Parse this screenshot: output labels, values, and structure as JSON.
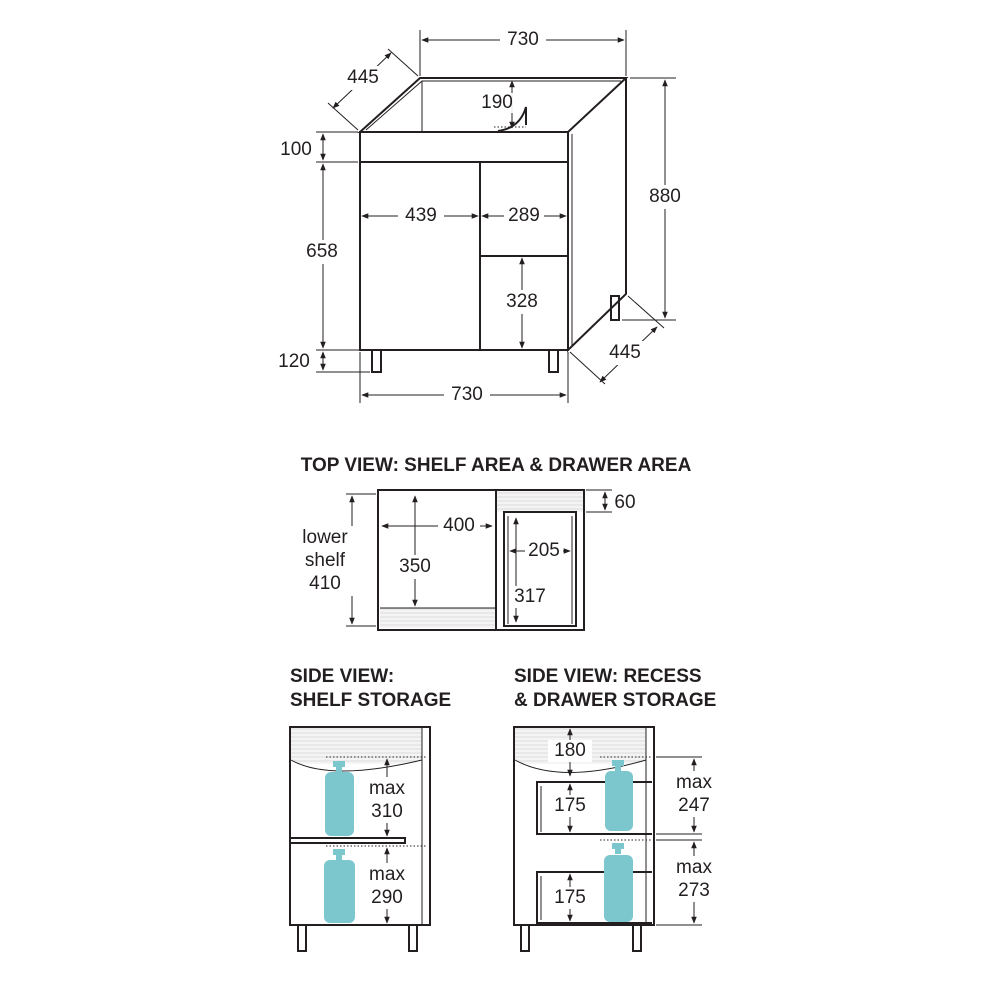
{
  "front_view": {
    "width_top": "730",
    "depth_top": "445",
    "basin_depth": "190",
    "top_band_height": "100",
    "door_height": "658",
    "leg_height": "120",
    "width_bottom": "730",
    "total_height": "880",
    "depth_bottom": "445",
    "door_width": "439",
    "drawer_width": "289",
    "drawer_height": "328"
  },
  "top_view": {
    "title": "TOP VIEW: SHELF AREA & DRAWER AREA",
    "shelf_width": "400",
    "shelf_depth": "350",
    "lower_shelf_label_1": "lower",
    "lower_shelf_label_2": "shelf",
    "lower_shelf_value": "410",
    "drawer_width": "205",
    "drawer_depth": "317",
    "back_gap": "60"
  },
  "side_shelf": {
    "title_line_1": "SIDE VIEW:",
    "title_line_2": "SHELF STORAGE",
    "upper_label": "max",
    "upper_value": "310",
    "lower_label": "max",
    "lower_value": "290"
  },
  "side_drawer": {
    "title_line_1": "SIDE VIEW: RECESS",
    "title_line_2": "& DRAWER STORAGE",
    "recess_height": "180",
    "drawer1_height": "175",
    "drawer2_height": "175",
    "upper_label": "max",
    "upper_value": "247",
    "lower_label": "max",
    "lower_value": "273"
  },
  "colors": {
    "line": "#231f20",
    "bottle": "#7cc6cd",
    "hatch": "#e6e6e6"
  }
}
